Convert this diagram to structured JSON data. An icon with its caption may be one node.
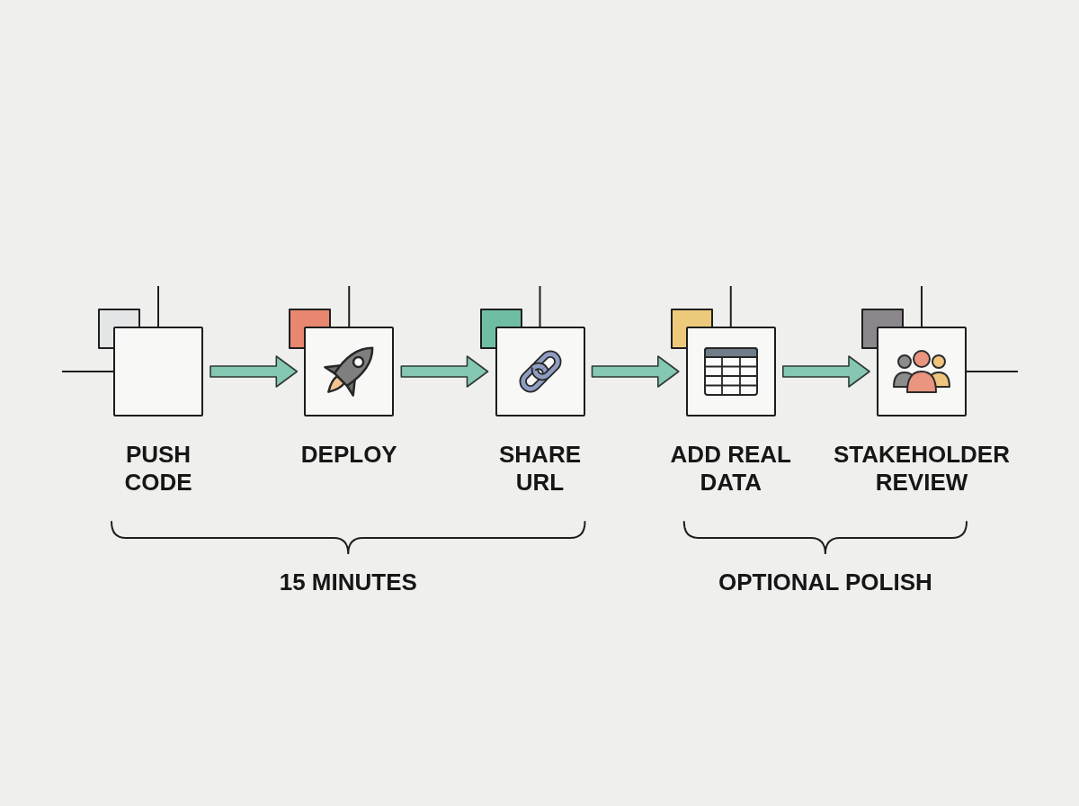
{
  "diagram": {
    "nodes": [
      {
        "text": [
          "PUSH CODE"
        ]
      },
      {
        "text": [
          "DEPLOY"
        ]
      },
      {
        "text": [
          "SHARE URL"
        ]
      },
      {
        "text": [
          "ADD REAL DATA"
        ]
      },
      {
        "text": [
          "STAKEHOLDER REVIEW"
        ]
      }
    ],
    "edges": [
      {
        "from": 0,
        "to": 1,
        "arrow": "to"
      },
      {
        "from": 1,
        "to": 2,
        "arrow": "to"
      },
      {
        "from": 2,
        "to": 3,
        "arrow": "to"
      },
      {
        "from": 3,
        "to": 4,
        "arrow": "to"
      }
    ],
    "labels": [
      "15 MINUTES",
      "OPTIONAL POLISH"
    ]
  }
}
